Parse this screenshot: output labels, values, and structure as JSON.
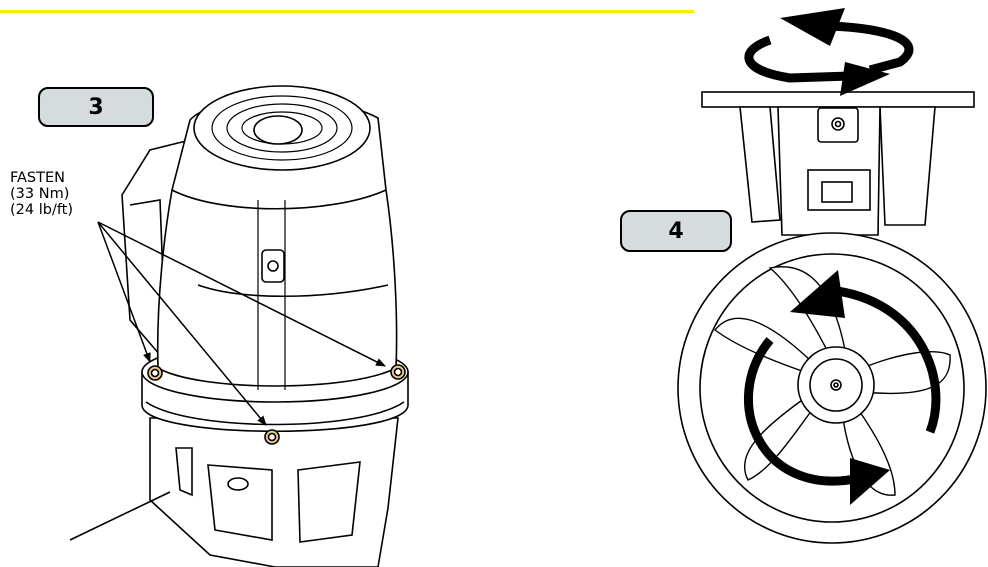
{
  "steps": [
    {
      "label": "3"
    },
    {
      "label": "4"
    }
  ],
  "fasten_callout": {
    "action": "FASTEN",
    "torque_nm": "(33 Nm)",
    "torque_lbft": "(24 lb/ft)"
  },
  "colors": {
    "highlight_bar": "#ffea00",
    "badge_fill": "#d6dcdd",
    "bolt": "#e8c98e"
  }
}
